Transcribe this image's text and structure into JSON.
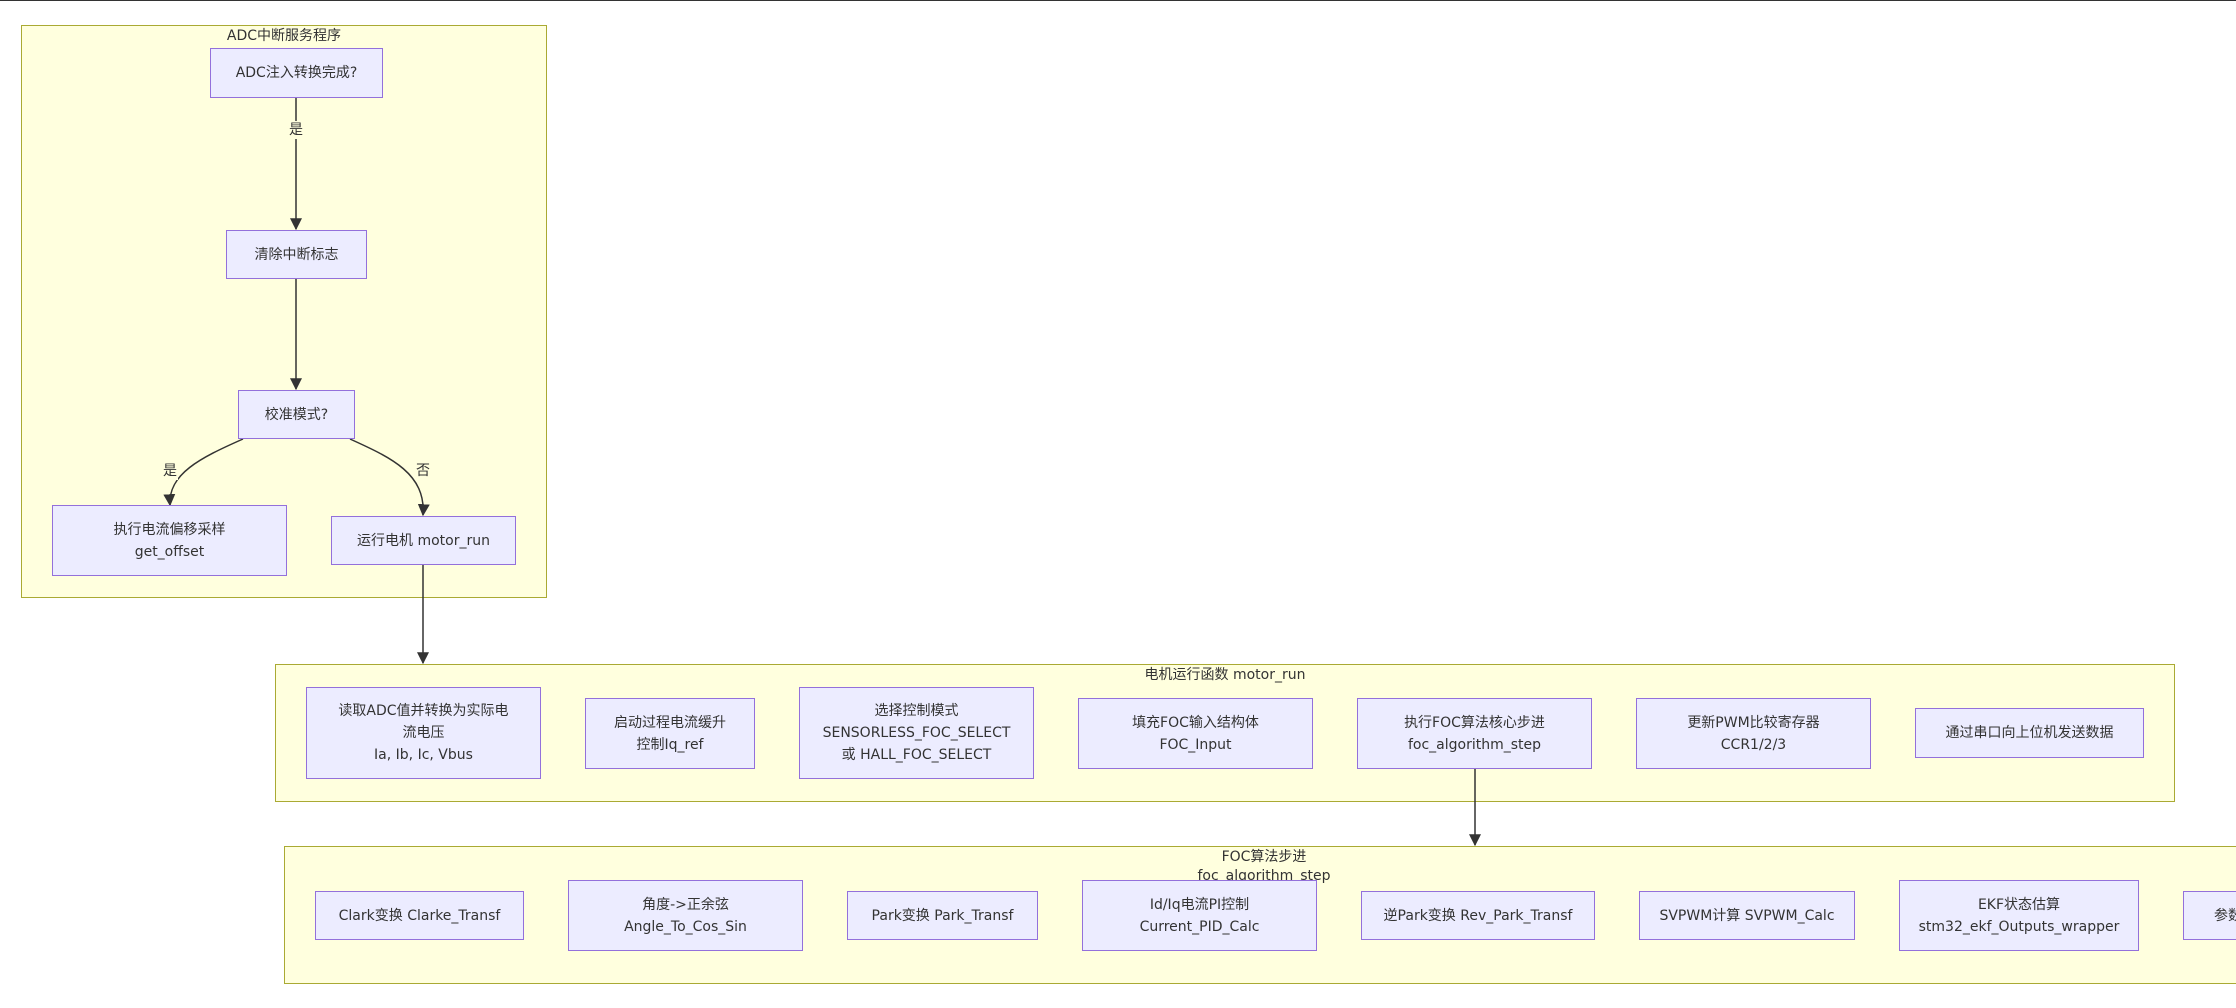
{
  "colors": {
    "cluster_fill": "#ffffde",
    "cluster_border": "#aaaa33",
    "node_fill": "#ececff",
    "node_border": "#9370db",
    "edge": "#333333",
    "text": "#333333"
  },
  "clusters": {
    "isr": {
      "title": "ADC中断服务程序"
    },
    "motor_run": {
      "title": "电机运行函数 motor_run"
    },
    "foc_step": {
      "title": "FOC算法步进\nfoc_algorithm_step"
    }
  },
  "nodes": {
    "adc_done": "ADC注入转换完成?",
    "clear_flag": "清除中断标志",
    "calib_mode": "校准模式?",
    "get_offset": "执行电流偏移采样\nget_offset",
    "run_motor": "运行电机 motor_run",
    "read_adc": "读取ADC值并转换为实际电\n流电压\nIa, Ib, Ic, Vbus",
    "ramp_iq": "启动过程电流缓升\n控制Iq_ref",
    "select_mode": "选择控制模式\nSENSORLESS_FOC_SELECT\n或 HALL_FOC_SELECT",
    "fill_input": "填充FOC输入结构体\nFOC_Input",
    "foc_core": "执行FOC算法核心步进\nfoc_algorithm_step",
    "update_pwm": "更新PWM比较寄存器\nCCR1/2/3",
    "uart_send": "通过串口向上位机发送数据",
    "clark": "Clark变换 Clarke_Transf",
    "angle": "角度->正余弦\nAngle_To_Cos_Sin",
    "park": "Park变换 Park_Transf",
    "pid": "Id/Iq电流PI控制\nCurrent_PID_Calc",
    "rev_park": "逆Park变换 Rev_Park_Transf",
    "svpwm": "SVPWM计算 SVPWM_Calc",
    "ekf": "EKF状态估算\nstm32_ekf_Outputs_wrapper",
    "param": "参数"
  },
  "edge_labels": {
    "yes_1": "是",
    "yes_2": "是",
    "no": "否"
  }
}
